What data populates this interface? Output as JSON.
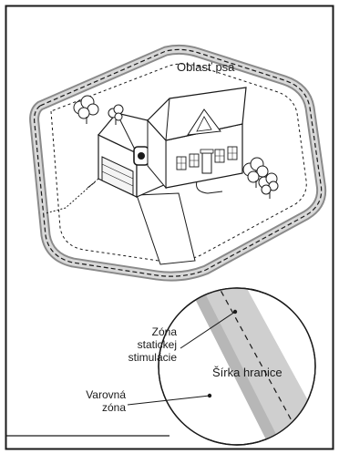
{
  "labels": {
    "dog_area": "Oblasť psa",
    "static_zone_line1": "Zóna",
    "static_zone_line2": "statickej",
    "static_zone_line3": "stimulácie",
    "warning_zone_line1": "Varovná",
    "warning_zone_line2": "zóna",
    "boundary_width": "Šírka hranice"
  },
  "colors": {
    "ink": "#1a1a1a",
    "boundary_band": "#cfcfcf",
    "boundary_center": "#e3e3e3",
    "background": "#ffffff"
  }
}
